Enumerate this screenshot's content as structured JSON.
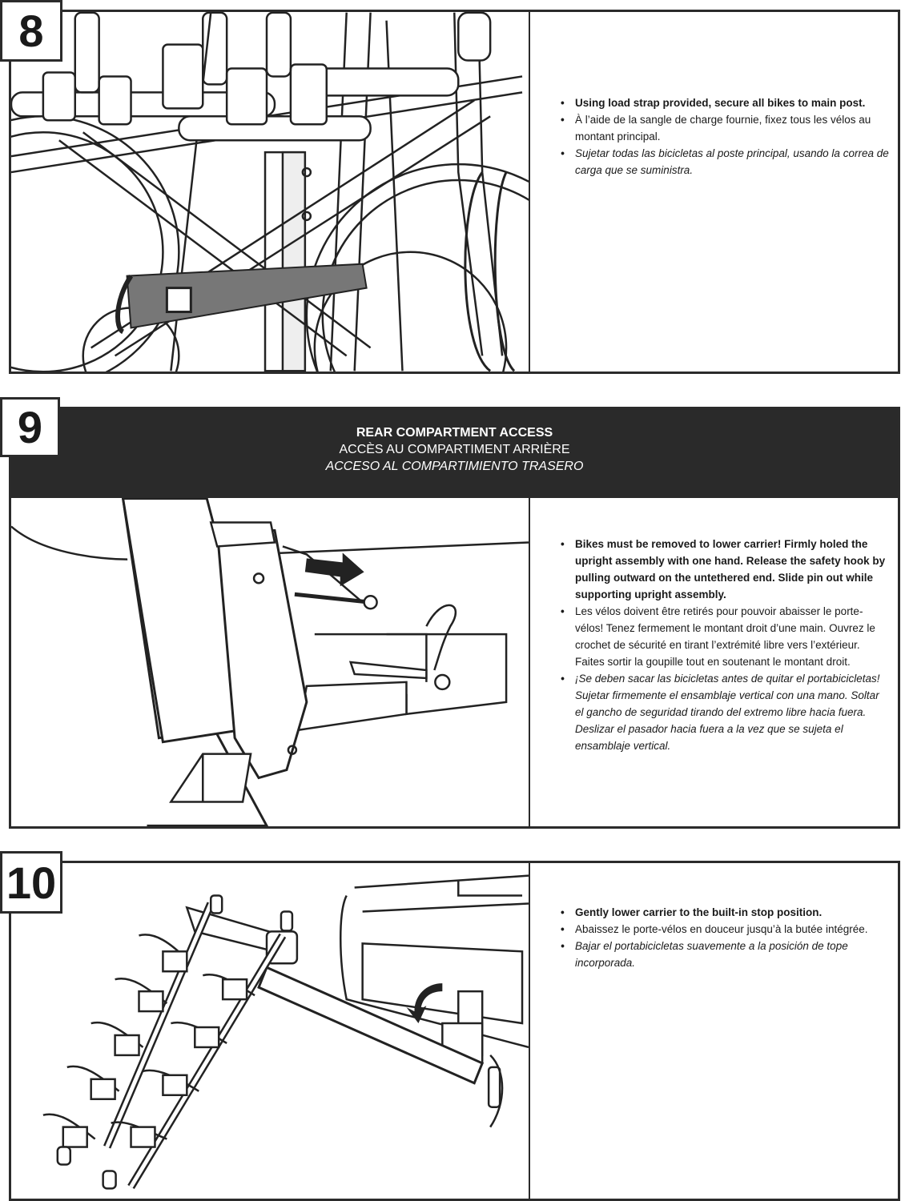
{
  "steps": [
    {
      "number": "8",
      "bullets": {
        "en": "Using load strap provided, secure all bikes to main post.",
        "fr": "À l’aide de la sangle de charge fournie, fixez tous les vélos au montant principal.",
        "es": "Sujetar todas las bicicletas al poste principal, usando la correa de carga que se suministra."
      }
    },
    {
      "number": "9",
      "header": {
        "en": "REAR COMPARTMENT ACCESS",
        "fr": "ACCÈS AU COMPARTIMENT ARRIÈRE",
        "es": "ACCESO AL COMPARTIMIENTO TRASERO"
      },
      "bullets": {
        "en": "Bikes must be removed to lower carrier! Firmly holed the upright assembly with one hand. Release the safety hook by pulling outward on the untethered end. Slide pin out while supporting upright assembly.",
        "fr": "Les vélos doivent être retirés pour pouvoir abaisser le porte-vélos! Tenez fermement le montant droit d’une main. Ouvrez  le crochet de sécurité en tirant l’extrémité libre vers l’extérieur. Faites sortir la goupille tout en soutenant le montant droit.",
        "es": "¡Se deben sacar las bicicletas antes de quitar el portabicicletas! Sujetar firmemente el ensamblaje vertical con una mano. Soltar el gancho de seguridad tirando del extremo libre hacia fuera. Deslizar el pasador hacia fuera a la vez que se sujeta el ensamblaje vertical."
      }
    },
    {
      "number": "10",
      "bullets": {
        "en": "Gently lower carrier to the built-in stop position.",
        "fr": "Abaissez le porte-vélos en douceur jusqu’à la butée intégrée.",
        "es": "Bajar el portabicicletas suavemente a la posición de tope incorporada."
      }
    }
  ]
}
